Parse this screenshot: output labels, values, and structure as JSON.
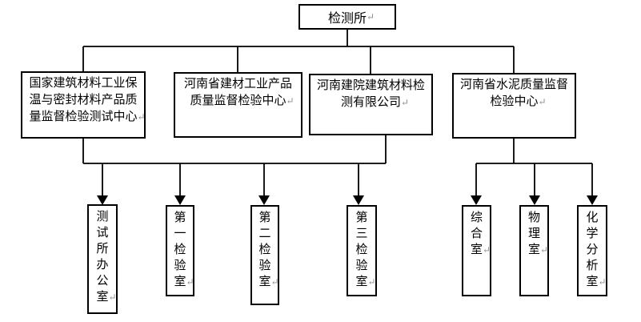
{
  "marks": {
    "return": "↵"
  },
  "org": {
    "root": {
      "label": "检测所"
    },
    "centers": [
      {
        "lines": [
          "国家建筑材料工业保",
          "温与密封材料产品质",
          "量监督检验测试中心"
        ]
      },
      {
        "lines": [
          "河南省建材工业产品",
          "质量监督检验中心"
        ]
      },
      {
        "lines": [
          "河南建院建筑材料检",
          "测有限公司"
        ]
      },
      {
        "lines": [
          "河南省水泥质量监督",
          "检验中心"
        ]
      }
    ],
    "rooms": [
      {
        "label": "测试所办公室"
      },
      {
        "label": "第一检验室"
      },
      {
        "label": "第二检验室"
      },
      {
        "label": "第三检验室"
      },
      {
        "label": "综合室"
      },
      {
        "label": "物理室"
      },
      {
        "label": "化学分析室"
      }
    ]
  }
}
